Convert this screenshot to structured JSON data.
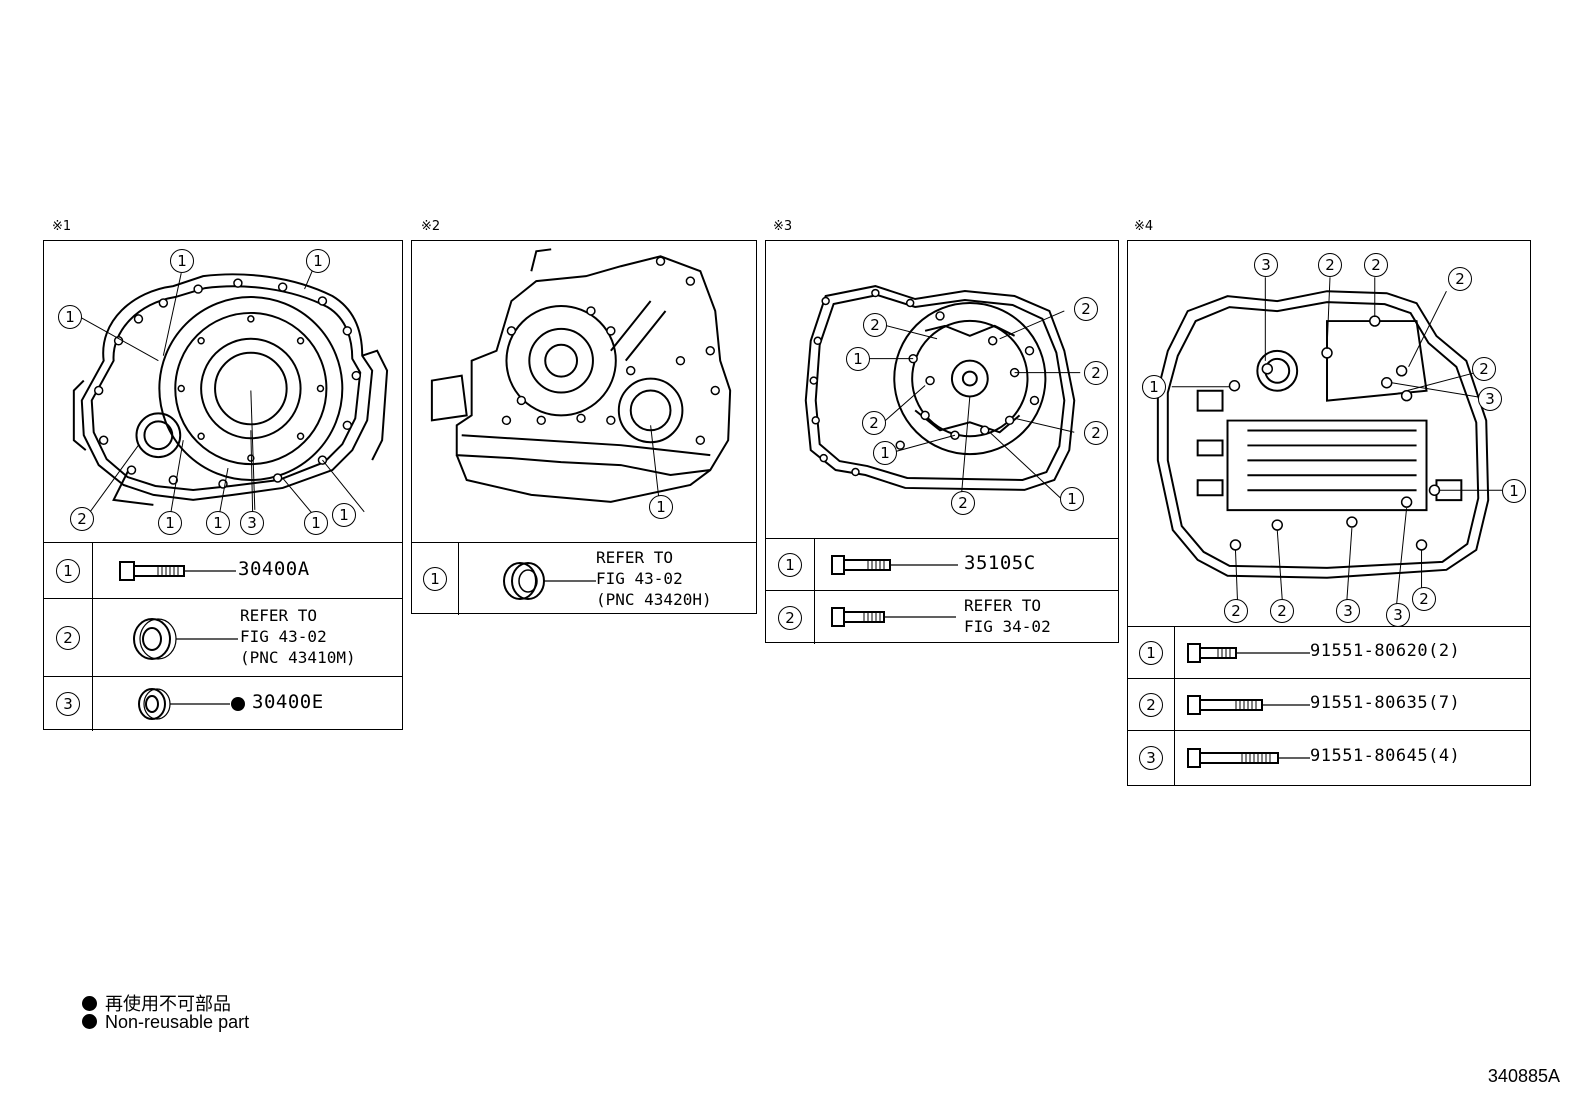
{
  "panels": [
    {
      "mark": "※1",
      "callouts": [
        "1",
        "1",
        "1",
        "1",
        "2",
        "1",
        "1",
        "3",
        "1",
        "1"
      ],
      "rows": [
        {
          "num": "1",
          "text": "30400A"
        },
        {
          "num": "2",
          "text": "REFER TO\nFIG 43-02\n(PNC 43410M)"
        },
        {
          "num": "3",
          "text": "30400E",
          "nonreusable": true
        }
      ]
    },
    {
      "mark": "※2",
      "callouts": [
        "1"
      ],
      "rows": [
        {
          "num": "1",
          "text": "REFER TO\nFIG 43-02\n(PNC 43420H)"
        }
      ]
    },
    {
      "mark": "※3",
      "callouts": [
        "2",
        "2",
        "1",
        "2",
        "2",
        "1",
        "2",
        "2",
        "2",
        "1"
      ],
      "rows": [
        {
          "num": "1",
          "text": "35105C"
        },
        {
          "num": "2",
          "text": "REFER TO\nFIG 34-02"
        }
      ]
    },
    {
      "mark": "※4",
      "callouts": [
        "3",
        "2",
        "2",
        "2",
        "1",
        "2",
        "3",
        "1",
        "2",
        "2",
        "3",
        "3",
        "2"
      ],
      "rows": [
        {
          "num": "1",
          "text": "91551-80620(2)"
        },
        {
          "num": "2",
          "text": "91551-80635(7)"
        },
        {
          "num": "3",
          "text": "91551-80645(4)"
        }
      ]
    }
  ],
  "legend": {
    "jp": "再使用不可部品",
    "en": "Non-reusable part"
  },
  "figure_id": "340885A"
}
